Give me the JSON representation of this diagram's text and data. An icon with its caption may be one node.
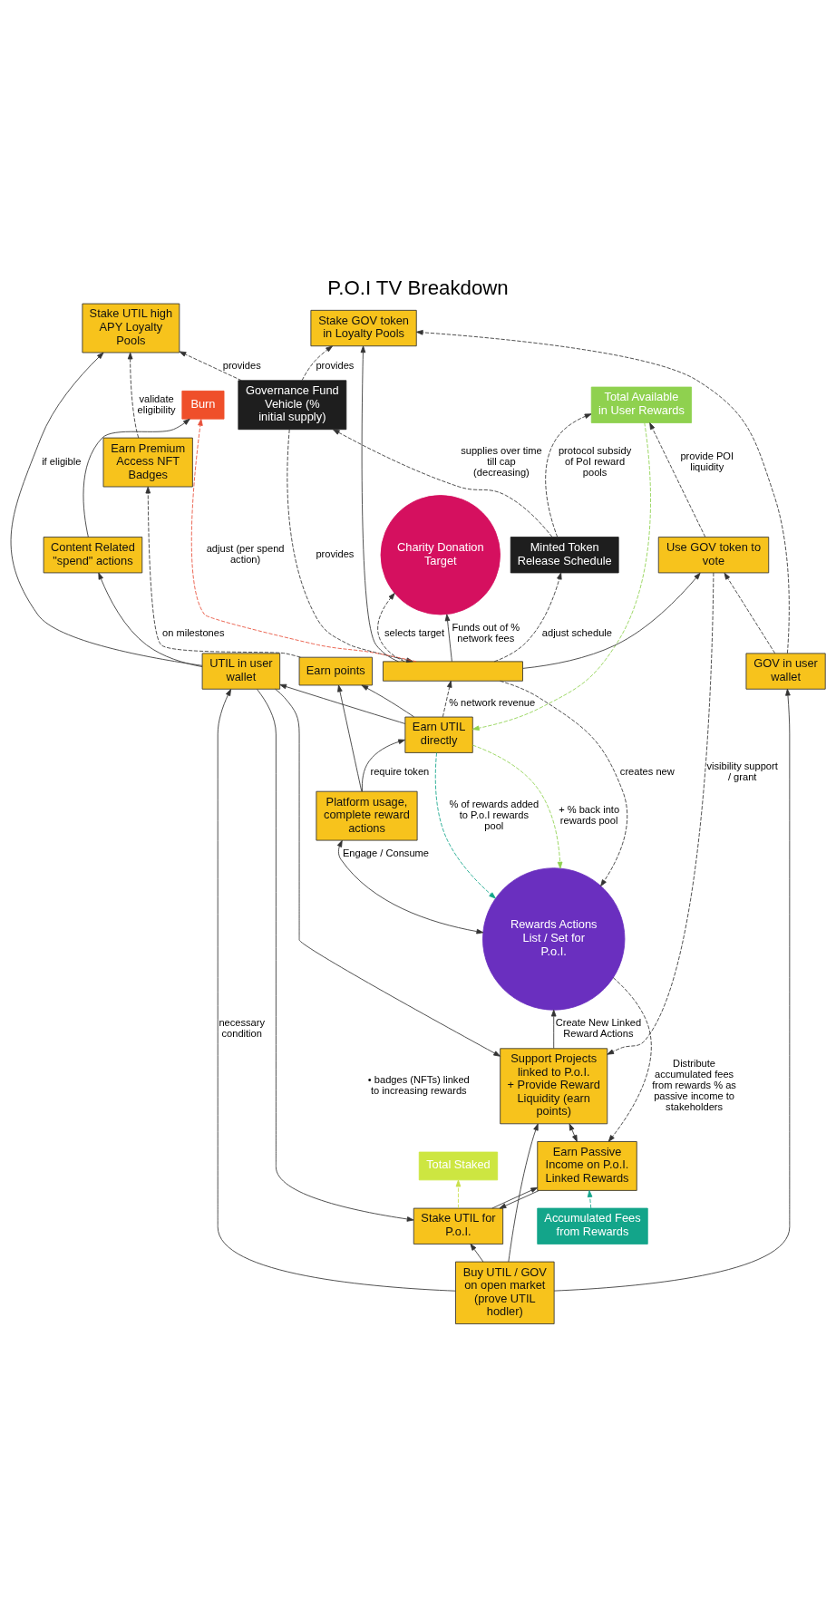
{
  "diagram": {
    "title": "P.O.I TV Breakdown",
    "nodes": [
      {
        "text": [
          "Total Staked"
        ]
      },
      {
        "text": [
          "Total Available in User Rewards"
        ]
      },
      {
        "text": [
          "Accumulated Fees from Rewards"
        ]
      },
      {
        "text": [
          "Governance Fund Vehicle (% initial supply)"
        ]
      },
      {
        "text": [
          "Minted Token Release Schedule"
        ]
      },
      {
        "text": [
          "Earn Passive Income on P.o.I. Linked Rewards"
        ]
      },
      {
        "text": [
          "Stake GOV token in Loyalty Pools"
        ]
      },
      {
        "text": [
          "Stake UTIL for P.o.I."
        ]
      },
      {
        "text": [
          "Stake UTIL high APY Loyalty Pools"
        ]
      },
      {
        "text": [
          "Support Projects linked to P.o.I. + Provide Reward Liquidity (earn points)"
        ],
        "beside": [
          "• badges (NFTs) linked to increasing rewards"
        ]
      },
      {
        "text": [
          "Use GOV token to vote"
        ]
      },
      {
        "text": [
          "Burn"
        ]
      },
      {
        "text": [
          "Content Related \"spend\" actions"
        ]
      },
      {
        "text": [
          "UTIL in user wallet"
        ]
      },
      {
        "text": [],
        "shape": "bar"
      },
      {
        "text": [
          "Rewards Actions List / Set for P.o.I."
        ]
      },
      {
        "text": [
          "Buy UTIL / GOV on open market (prove UTIL hodler)"
        ]
      },
      {
        "text": [
          "GOV in user wallet"
        ]
      },
      {
        "text": [
          "Earn UTIL directly"
        ]
      },
      {
        "text": [
          "Earn points"
        ]
      },
      {
        "text": [
          "Earn Premium Access NFT Badges"
        ]
      },
      {
        "text": [
          "Platform usage, complete reward actions"
        ]
      },
      {
        "text": [
          "Charity Donation Target"
        ]
      }
    ],
    "edges": [
      {
        "from": 4,
        "to": 3,
        "arrow": "to",
        "label": "supplies over time till cap (decreasing)",
        "style": "dashed"
      },
      {
        "from": 4,
        "to": 1,
        "arrow": "to",
        "label": "protocol subsidy of PoI reward pools",
        "style": "dashed"
      },
      {
        "from": 10,
        "to": 1,
        "arrow": "to",
        "label": "provide POI liquidity",
        "style": "dashed"
      },
      {
        "from": 3,
        "to": 14,
        "arrow": "to",
        "label": "provides",
        "style": "dashed"
      },
      {
        "from": 3,
        "to": 6,
        "arrow": "to",
        "label": "provides",
        "style": "dashed"
      },
      {
        "from": 3,
        "to": 8,
        "arrow": "to",
        "label": "provides",
        "style": "dashed"
      },
      {
        "from": 14,
        "to": 4,
        "arrow": "to",
        "label": "adjust schedule",
        "style": "dashed"
      },
      {
        "from": 7,
        "to": 0,
        "arrow": "to",
        "style": "dashed",
        "color": "#c9e04a"
      },
      {
        "from": 1,
        "to": 18,
        "arrow": "to",
        "style": "dashed",
        "color": "#8fd14f"
      },
      {
        "from": 2,
        "to": 5,
        "arrow": "to",
        "style": "dashed",
        "color": "#13a58a"
      },
      {
        "from": 18,
        "to": 15,
        "arrow": "to",
        "label": "% of rewards added to P.o.I rewards pool",
        "style": "dashed",
        "color": "#13a58a"
      },
      {
        "from": 18,
        "to": 15,
        "arrow": "to",
        "label": "+ % back into rewards pool",
        "style": "dashed",
        "color": "#8fd14f"
      },
      {
        "from": 15,
        "to": 5,
        "arrow": "to",
        "label": "Distribute accumulated fees from rewards % as passive income to stakeholders",
        "style": "dashed"
      },
      {
        "from": 9,
        "to": 15,
        "arrow": "to",
        "label": "Create New Linked Reward Actions"
      },
      {
        "from": 5,
        "to": 9,
        "arrow": "both"
      },
      {
        "from": 7,
        "to": 5,
        "arrow": "to"
      },
      {
        "from": 5,
        "to": 7,
        "arrow": "to"
      },
      {
        "from": 16,
        "to": 7,
        "arrow": "to"
      },
      {
        "from": 16,
        "to": 9,
        "arrow": "to"
      },
      {
        "from": 13,
        "to": 7,
        "arrow": "to"
      },
      {
        "from": 13,
        "to": 9,
        "arrow": "to"
      },
      {
        "from": 13,
        "to": 8,
        "arrow": "to",
        "label": "if eligible"
      },
      {
        "from": 13,
        "to": 12,
        "arrow": "to"
      },
      {
        "from": 12,
        "to": 11,
        "arrow": "to"
      },
      {
        "from": 14,
        "to": 11,
        "arrow": "to",
        "label": "adjust (per spend action)",
        "style": "dashed",
        "color": "#e8503a"
      },
      {
        "from": 10,
        "to": 9,
        "arrow": "to",
        "label": "visibility support / grant",
        "style": "dashed"
      },
      {
        "from": 14,
        "to": 6,
        "arrow": "to"
      },
      {
        "from": 14,
        "to": 10,
        "arrow": "to"
      },
      {
        "from": 17,
        "to": 10,
        "arrow": "to",
        "style": "dashed"
      },
      {
        "from": 17,
        "to": 6,
        "arrow": "to",
        "style": "dashed"
      },
      {
        "from": 20,
        "to": 8,
        "arrow": "to",
        "label": "validate eligibility",
        "style": "dashed"
      },
      {
        "from": 16,
        "to": 13,
        "arrow": "to",
        "label": "necessary condition"
      },
      {
        "from": 16,
        "to": 17,
        "arrow": "to"
      },
      {
        "from": 18,
        "to": 13,
        "arrow": "to"
      },
      {
        "from": 18,
        "to": 19,
        "arrow": "to"
      },
      {
        "from": 19,
        "to": 20,
        "arrow": "to",
        "label": "on milestones",
        "style": "dashed"
      },
      {
        "from": 18,
        "to": 14,
        "arrow": "to",
        "label": "% network revenue",
        "style": "dashed"
      },
      {
        "from": 21,
        "to": 18,
        "arrow": "to",
        "label": "require token"
      },
      {
        "from": 21,
        "to": 19,
        "arrow": "to"
      },
      {
        "from": 15,
        "to": 21,
        "arrow": "both",
        "label": "Engage / Consume"
      },
      {
        "from": 14,
        "to": 15,
        "arrow": "to",
        "label": "creates new",
        "style": "dashed"
      },
      {
        "from": 14,
        "to": 22,
        "arrow": "to",
        "label": "Funds out of % network fees"
      },
      {
        "from": 14,
        "to": 22,
        "arrow": "to",
        "label": "selects target",
        "style": "dashed"
      }
    ]
  }
}
